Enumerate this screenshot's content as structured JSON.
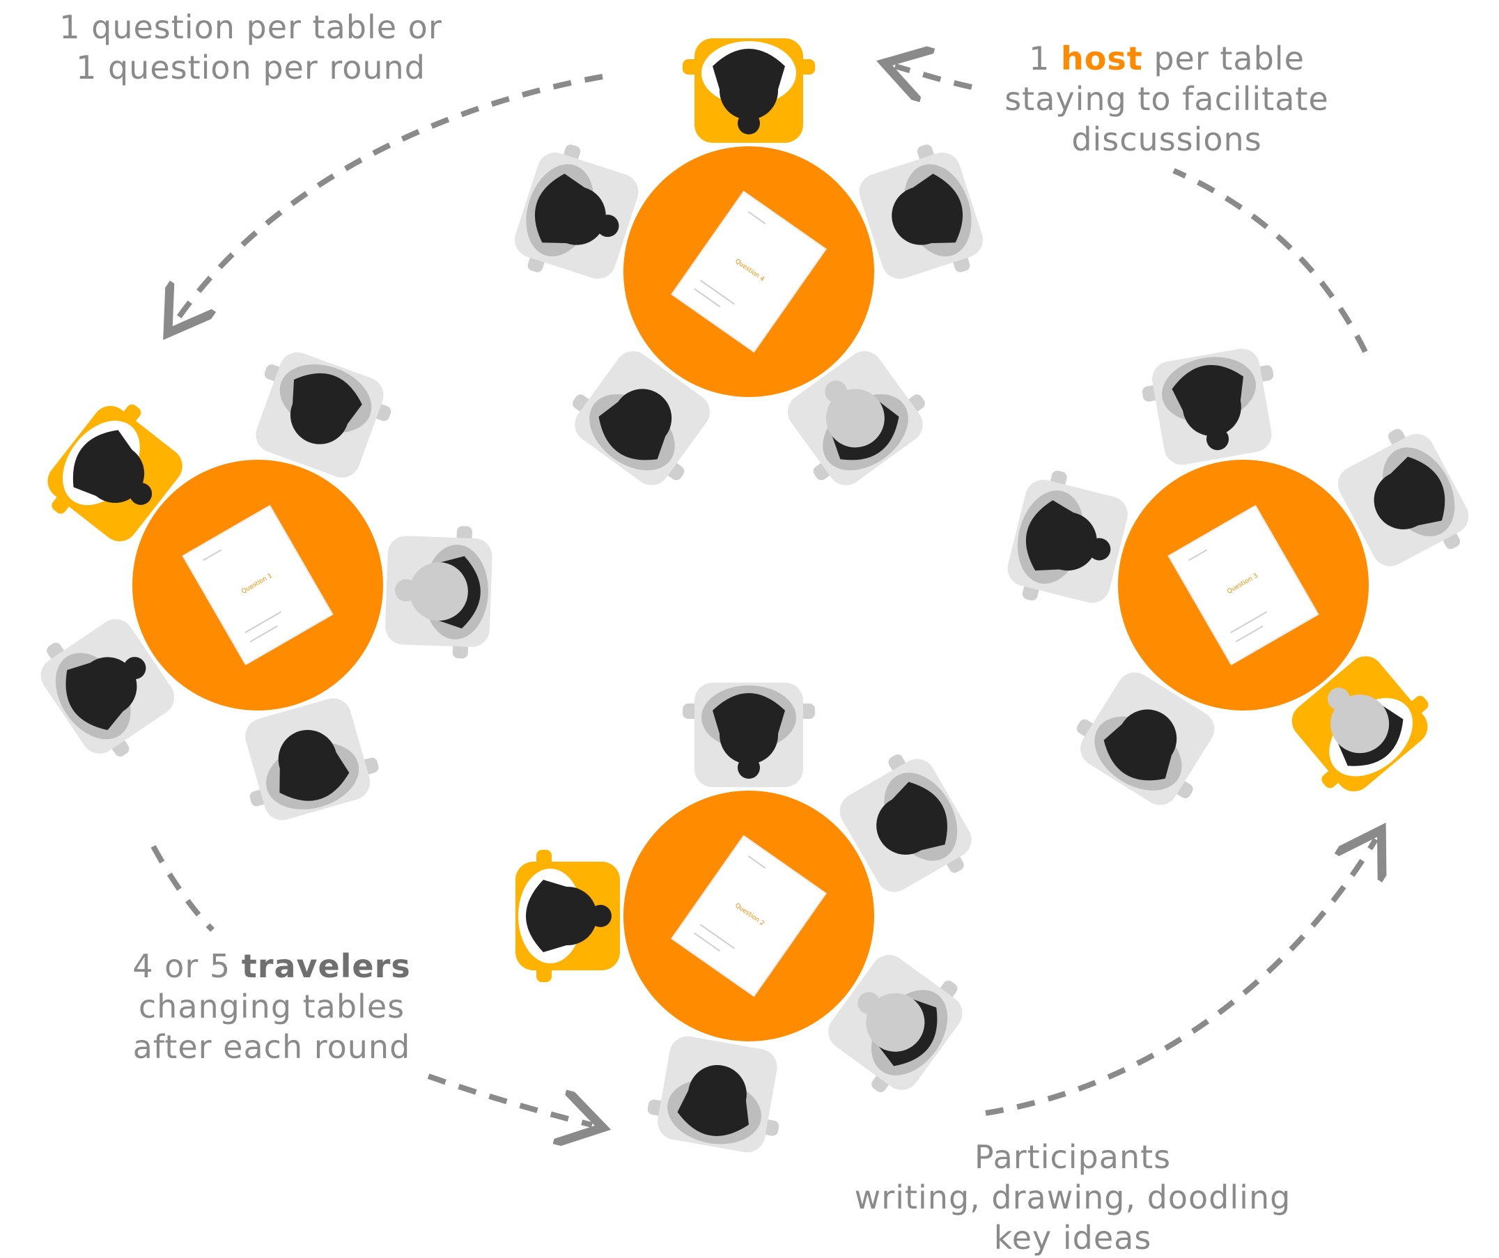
{
  "labels": {
    "top_left": {
      "line1": "1 question per table or",
      "line2": "1 question per round"
    },
    "top_right": {
      "line1_pre": "1 ",
      "line1_highlight": "host",
      "line1_post": " per table",
      "line2": "staying to facilitate",
      "line3": "discussions"
    },
    "bottom_left": {
      "line1_pre": "4 or 5 ",
      "line1_highlight": "travelers",
      "line2": "changing tables",
      "line3": "after each round"
    },
    "bottom_right": {
      "line1": "Participants",
      "line2": "writing, drawing, doodling",
      "line3": "key ideas"
    }
  },
  "tables": [
    {
      "name": "table-top",
      "question": "Question 4"
    },
    {
      "name": "table-left",
      "question": "Question 1"
    },
    {
      "name": "table-right",
      "question": "Question 3"
    },
    {
      "name": "table-bottom",
      "question": "Question 2"
    }
  ],
  "colors": {
    "table": "#ff8c00",
    "host_chair": "#ffb300",
    "chair": "#cfcfcf",
    "person": "#222222",
    "arrow": "#8a8a8a",
    "text": "#8a8a8a"
  }
}
